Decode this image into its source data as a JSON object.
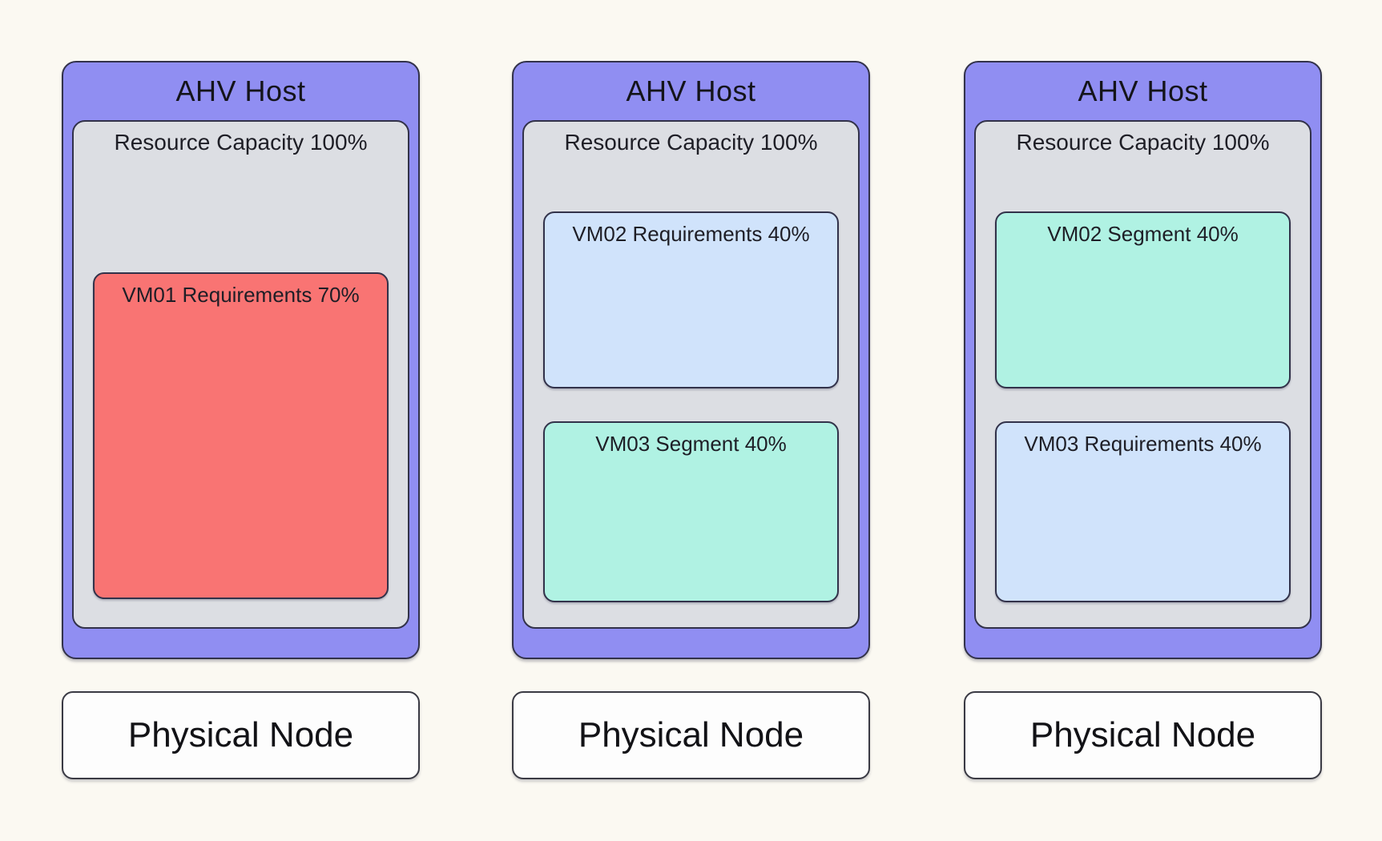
{
  "page": {
    "description": "AHV host resource scheduling diagram with three hosts and physical nodes"
  },
  "colors": {
    "page_bg": "#fbf9f2",
    "host_fill": "#908ef2",
    "capacity_fill": "#dcdee3",
    "vm_red": "#f97473",
    "vm_blue": "#d0e3fb",
    "vm_teal": "#b0f2e3",
    "node_fill": "#fdfdfd",
    "border": "#32324a"
  },
  "hosts": [
    {
      "title": "AHV Host",
      "capacity_label": "Resource Capacity 100%",
      "vms": [
        {
          "label": "VM01 Requirements 70%",
          "fill": "vm_red"
        }
      ],
      "node_label": "Physical Node"
    },
    {
      "title": "AHV Host",
      "capacity_label": "Resource Capacity 100%",
      "vms": [
        {
          "label": "VM02 Requirements 40%",
          "fill": "vm_blue"
        },
        {
          "label": "VM03 Segment 40%",
          "fill": "vm_teal"
        }
      ],
      "node_label": "Physical Node"
    },
    {
      "title": "AHV Host",
      "capacity_label": "Resource Capacity 100%",
      "vms": [
        {
          "label": "VM02 Segment 40%",
          "fill": "vm_teal"
        },
        {
          "label": "VM03 Requirements 40%",
          "fill": "vm_blue"
        }
      ],
      "node_label": "Physical Node"
    }
  ]
}
